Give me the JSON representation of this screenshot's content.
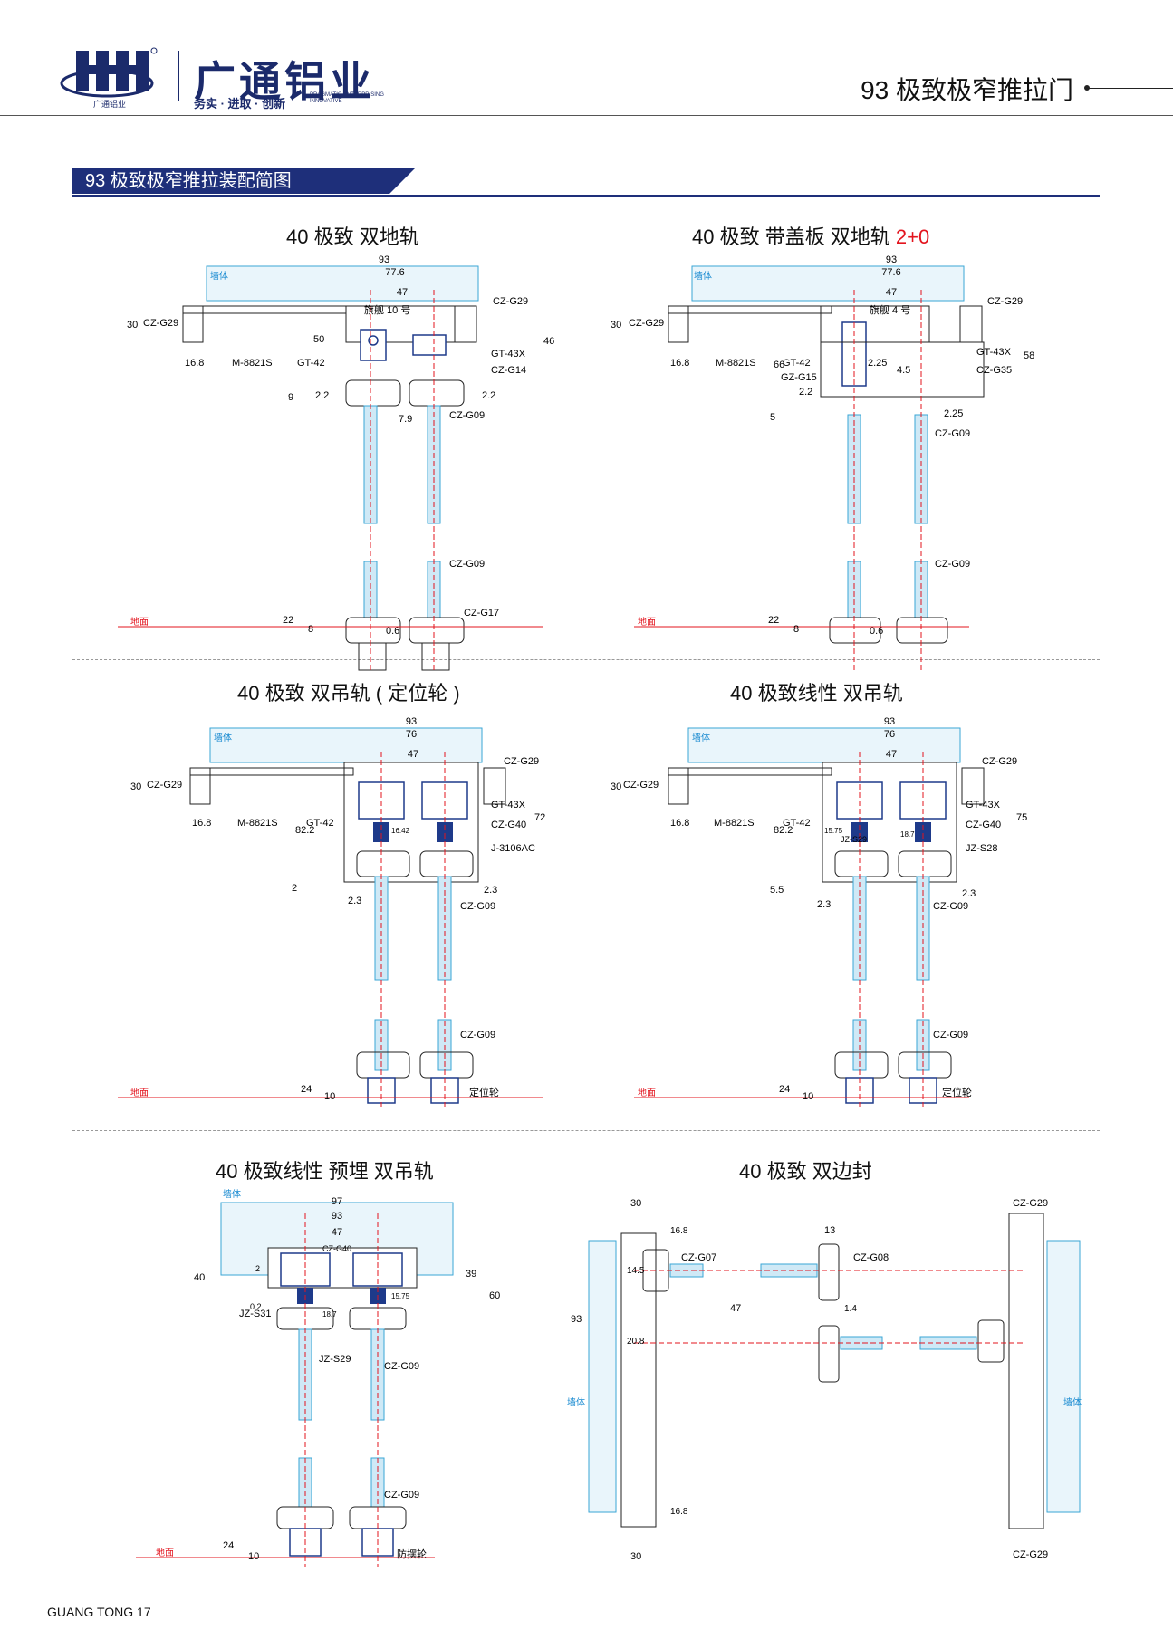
{
  "header": {
    "brand_cn": "广通铝业",
    "logo_caption": "广通铝业",
    "slogan": "务实 · 进取 · 创新",
    "slogan_en": "PRAGMATIC ENTERPRISING INNOVATIVE",
    "page_title": "93 极致极窄推拉门"
  },
  "section": {
    "title": "93 极致极窄推拉装配简图"
  },
  "colors": {
    "brand": "#1e2f7a",
    "accent": "#e3141e",
    "wall": "#3aa6d6",
    "glass": "#3aa6d6",
    "hardware": "#1e3a8a"
  },
  "panels": [
    {
      "title": "40 极致 双地轨",
      "wall_label": "墙体",
      "floor_label": "地面",
      "dims": [
        "93",
        "77.6",
        "47",
        "30",
        "16.8",
        "50",
        "46",
        "9",
        "2.2",
        "2.2",
        "7.9",
        "22",
        "8",
        "0.6"
      ],
      "labels": [
        "CZ-G29",
        "CZ-G29",
        "旗舰 10 号",
        "M-8821S",
        "GT-42",
        "GT-43X",
        "CZ-G14",
        "CZ-G09",
        "CZ-G09",
        "CZ-G17"
      ]
    },
    {
      "title": "40 极致 带盖板 双地轨 ",
      "title_accent": "2+0",
      "wall_label": "墙体",
      "floor_label": "地面",
      "dims": [
        "93",
        "77.6",
        "47",
        "30",
        "16.8",
        "66",
        "2.25",
        "4.5",
        "2.2",
        "5",
        "58",
        "2.25",
        "22",
        "8",
        "0.6"
      ],
      "labels": [
        "CZ-G29",
        "CZ-G29",
        "旗舰 4 号",
        "M-8821S",
        "GT-42",
        "GZ-G15",
        "GT-43X",
        "CZ-G35",
        "CZ-G09",
        "CZ-G09"
      ]
    },
    {
      "title": "40 极致 双吊轨 ( 定位轮 )",
      "wall_label": "墙体",
      "floor_label": "地面",
      "dims": [
        "93",
        "76",
        "47",
        "30",
        "16.8",
        "82.2",
        "16.42",
        "72",
        "2",
        "2.3",
        "2.3",
        "24",
        "10"
      ],
      "labels": [
        "CZ-G29",
        "CZ-G29",
        "M-8821S",
        "GT-42",
        "GT-43X",
        "CZ-G40",
        "J-3106AC",
        "CZ-G09",
        "CZ-G09",
        "定位轮"
      ]
    },
    {
      "title": "40 极致线性 双吊轨",
      "wall_label": "墙体",
      "floor_label": "地面",
      "dims": [
        "93",
        "76",
        "47",
        "30",
        "16.8",
        "82.2",
        "15.75",
        "18.7",
        "75",
        "5.5",
        "2.3",
        "2.3",
        "24",
        "10"
      ],
      "labels": [
        "CZ-G29",
        "CZ-G29",
        "M-8821S",
        "GT-42",
        "GT-43X",
        "CZ-G40",
        "JZ-S29",
        "JZ-S28",
        "CZ-G09",
        "CZ-G09",
        "定位轮"
      ]
    },
    {
      "title": "40 极致线性 预埋 双吊轨",
      "wall_label": "墙体",
      "floor_label": "地面",
      "dims": [
        "97",
        "93",
        "47",
        "40",
        "2",
        "39",
        "60",
        "0.2",
        "18.7",
        "15.75",
        "24",
        "10"
      ],
      "labels": [
        "CZ-G40",
        "JZ-S31",
        "JZ-S29",
        "CZ-G09",
        "CZ-G09",
        "防摆轮"
      ]
    },
    {
      "title": "40 极致 双边封",
      "wall_label": "墙体",
      "wall_label_2": "墙体",
      "dims": [
        "30",
        "16.8",
        "14.5",
        "93",
        "20.8",
        "16.8",
        "30",
        "13",
        "47",
        "1.4"
      ],
      "labels": [
        "CZ-G07",
        "CZ-G08",
        "CZ-G29",
        "CZ-G29"
      ]
    }
  ],
  "footer": {
    "text": "GUANG TONG  17"
  }
}
